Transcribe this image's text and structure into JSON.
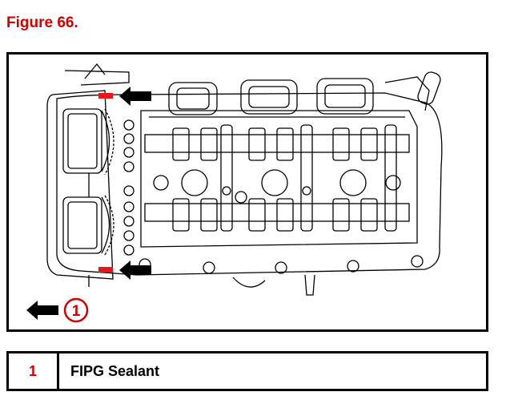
{
  "figure": {
    "title": "Figure 66."
  },
  "callout": {
    "number": "1"
  },
  "legend": [
    {
      "number": "1",
      "label": "FIPG Sealant"
    }
  ],
  "colors": {
    "title": "#d40000",
    "sealant": "#e8161b",
    "arrow": "#000000",
    "callout": "#d40000"
  }
}
